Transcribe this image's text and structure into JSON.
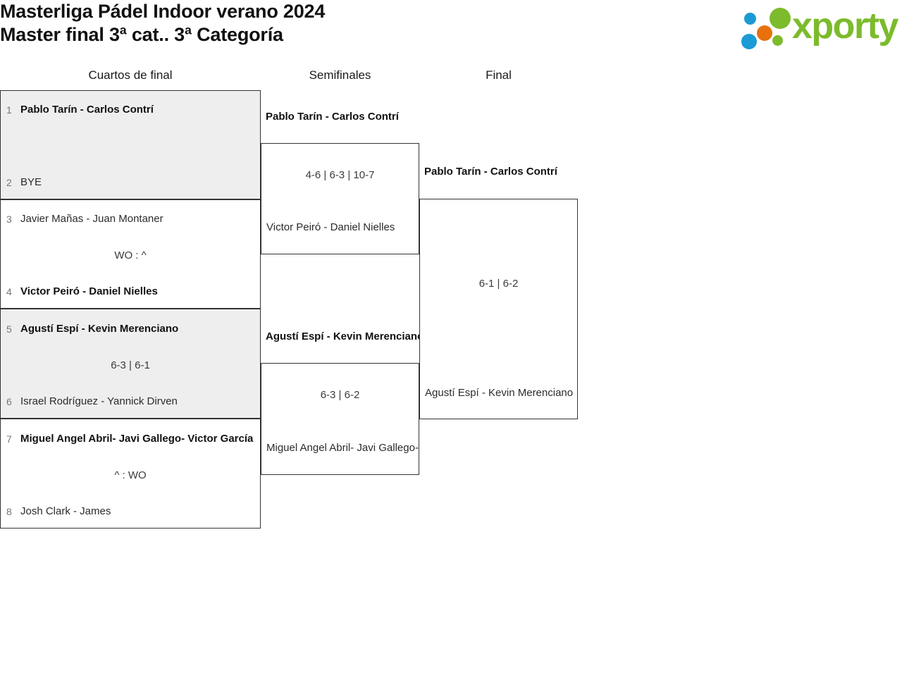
{
  "header": {
    "title": "Masterliga Pádel Indoor verano 2024\nMaster final 3ª cat.. 3ª Categoría",
    "logo_text": "xporty",
    "logo_colors": {
      "blue": "#1b9ad6",
      "orange": "#e8700d",
      "green": "#7cbb2c"
    }
  },
  "rounds": [
    {
      "label": "Cuartos de final"
    },
    {
      "label": "Semifinales"
    },
    {
      "label": "Final"
    }
  ],
  "quarterfinals": [
    {
      "shaded": true,
      "top": {
        "seed": "1",
        "name": "Pablo Tarín - Carlos Contrí",
        "winner": true
      },
      "bottom": {
        "seed": "2",
        "name": "BYE",
        "winner": false
      },
      "score": ""
    },
    {
      "shaded": false,
      "top": {
        "seed": "3",
        "name": "Javier Mañas - Juan Montaner",
        "winner": false
      },
      "bottom": {
        "seed": "4",
        "name": "Victor Peiró - Daniel Nielles",
        "winner": true
      },
      "score": "WO : ^"
    },
    {
      "shaded": true,
      "top": {
        "seed": "5",
        "name": "Agustí Espí - Kevin Merenciano",
        "winner": true
      },
      "bottom": {
        "seed": "6",
        "name": "Israel Rodríguez - Yannick Dirven",
        "winner": false
      },
      "score": "6-3 | 6-1"
    },
    {
      "shaded": false,
      "top": {
        "seed": "7",
        "name": "Miguel Angel Abril- Javi Gallego- Victor García",
        "winner": true
      },
      "bottom": {
        "seed": "8",
        "name": "Josh Clark - James",
        "winner": false
      },
      "score": "^ : WO"
    }
  ],
  "semifinals": [
    {
      "top": {
        "name": "Pablo Tarín - Carlos Contrí",
        "winner": true
      },
      "bottom": {
        "name": "Victor Peiró - Daniel Nielles",
        "winner": false
      },
      "score": "4-6 | 6-3 | 10-7"
    },
    {
      "top": {
        "name": "Agustí Espí - Kevin Merenciano",
        "winner": true
      },
      "bottom": {
        "name": "Miguel Angel Abril- Javi Gallego- Victor García",
        "winner": false
      },
      "score": "6-3 | 6-2"
    }
  ],
  "final": {
    "top": {
      "name": "Pablo Tarín - Carlos Contrí",
      "winner": true
    },
    "bottom": {
      "name": "Agustí Espí - Kevin Merenciano",
      "winner": false
    },
    "score": "6-1 | 6-2"
  }
}
